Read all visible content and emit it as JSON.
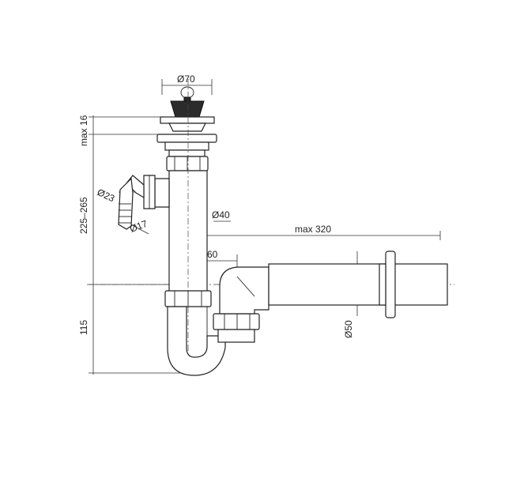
{
  "dimensions": {
    "d70": "Ø70",
    "max16": "max 16",
    "d23": "Ø23",
    "d40": "Ø40",
    "d17": "Ø17",
    "range225_265": "225–265",
    "max320": "max 320",
    "d60": "60",
    "d50": "Ø50",
    "h115": "115"
  },
  "colors": {
    "line": "#222222",
    "stopper": "#2b2b2b"
  }
}
